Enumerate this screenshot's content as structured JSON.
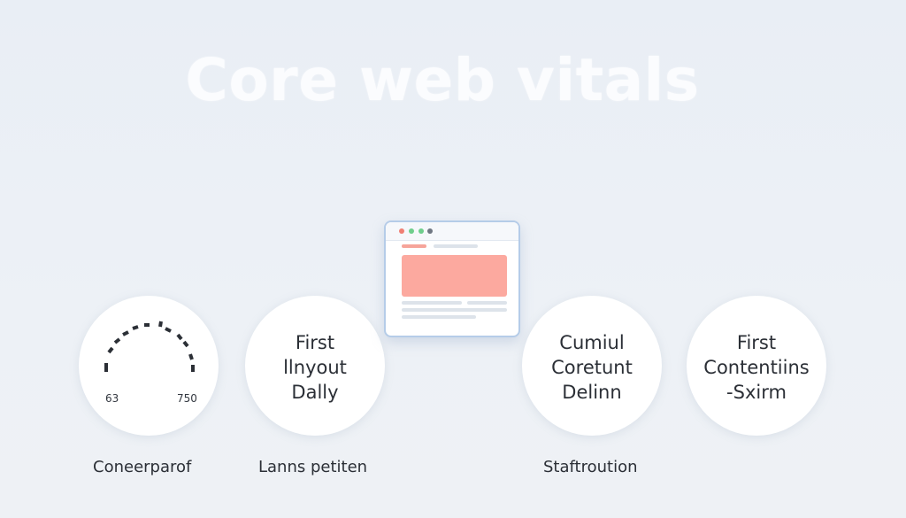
{
  "title": "Core web vitals",
  "colors": {
    "background": "#ecf0f5",
    "title": "#fbfcfe",
    "hero_block": "#fca99f",
    "browser_border": "#b5cce8",
    "dot_red": "#f07f73",
    "dot_green": "#6fce8c",
    "dot_dark": "#6f7782"
  },
  "gauge": {
    "icon": "gauge-icon",
    "min_label": "63",
    "max_label": "750"
  },
  "circles": [
    {
      "lines": [
        "First",
        "llnyout",
        "Dally"
      ]
    },
    {
      "lines": [
        "Cumiul",
        "Coretunt",
        "Delinn"
      ]
    },
    {
      "lines": [
        "First",
        "Contentiins",
        "-Sxirm"
      ]
    }
  ],
  "captions": {
    "gauge": "Coneerparof",
    "second": "Lanns petiten",
    "third": "Staftroution"
  },
  "browser_icon": "browser-window-icon"
}
